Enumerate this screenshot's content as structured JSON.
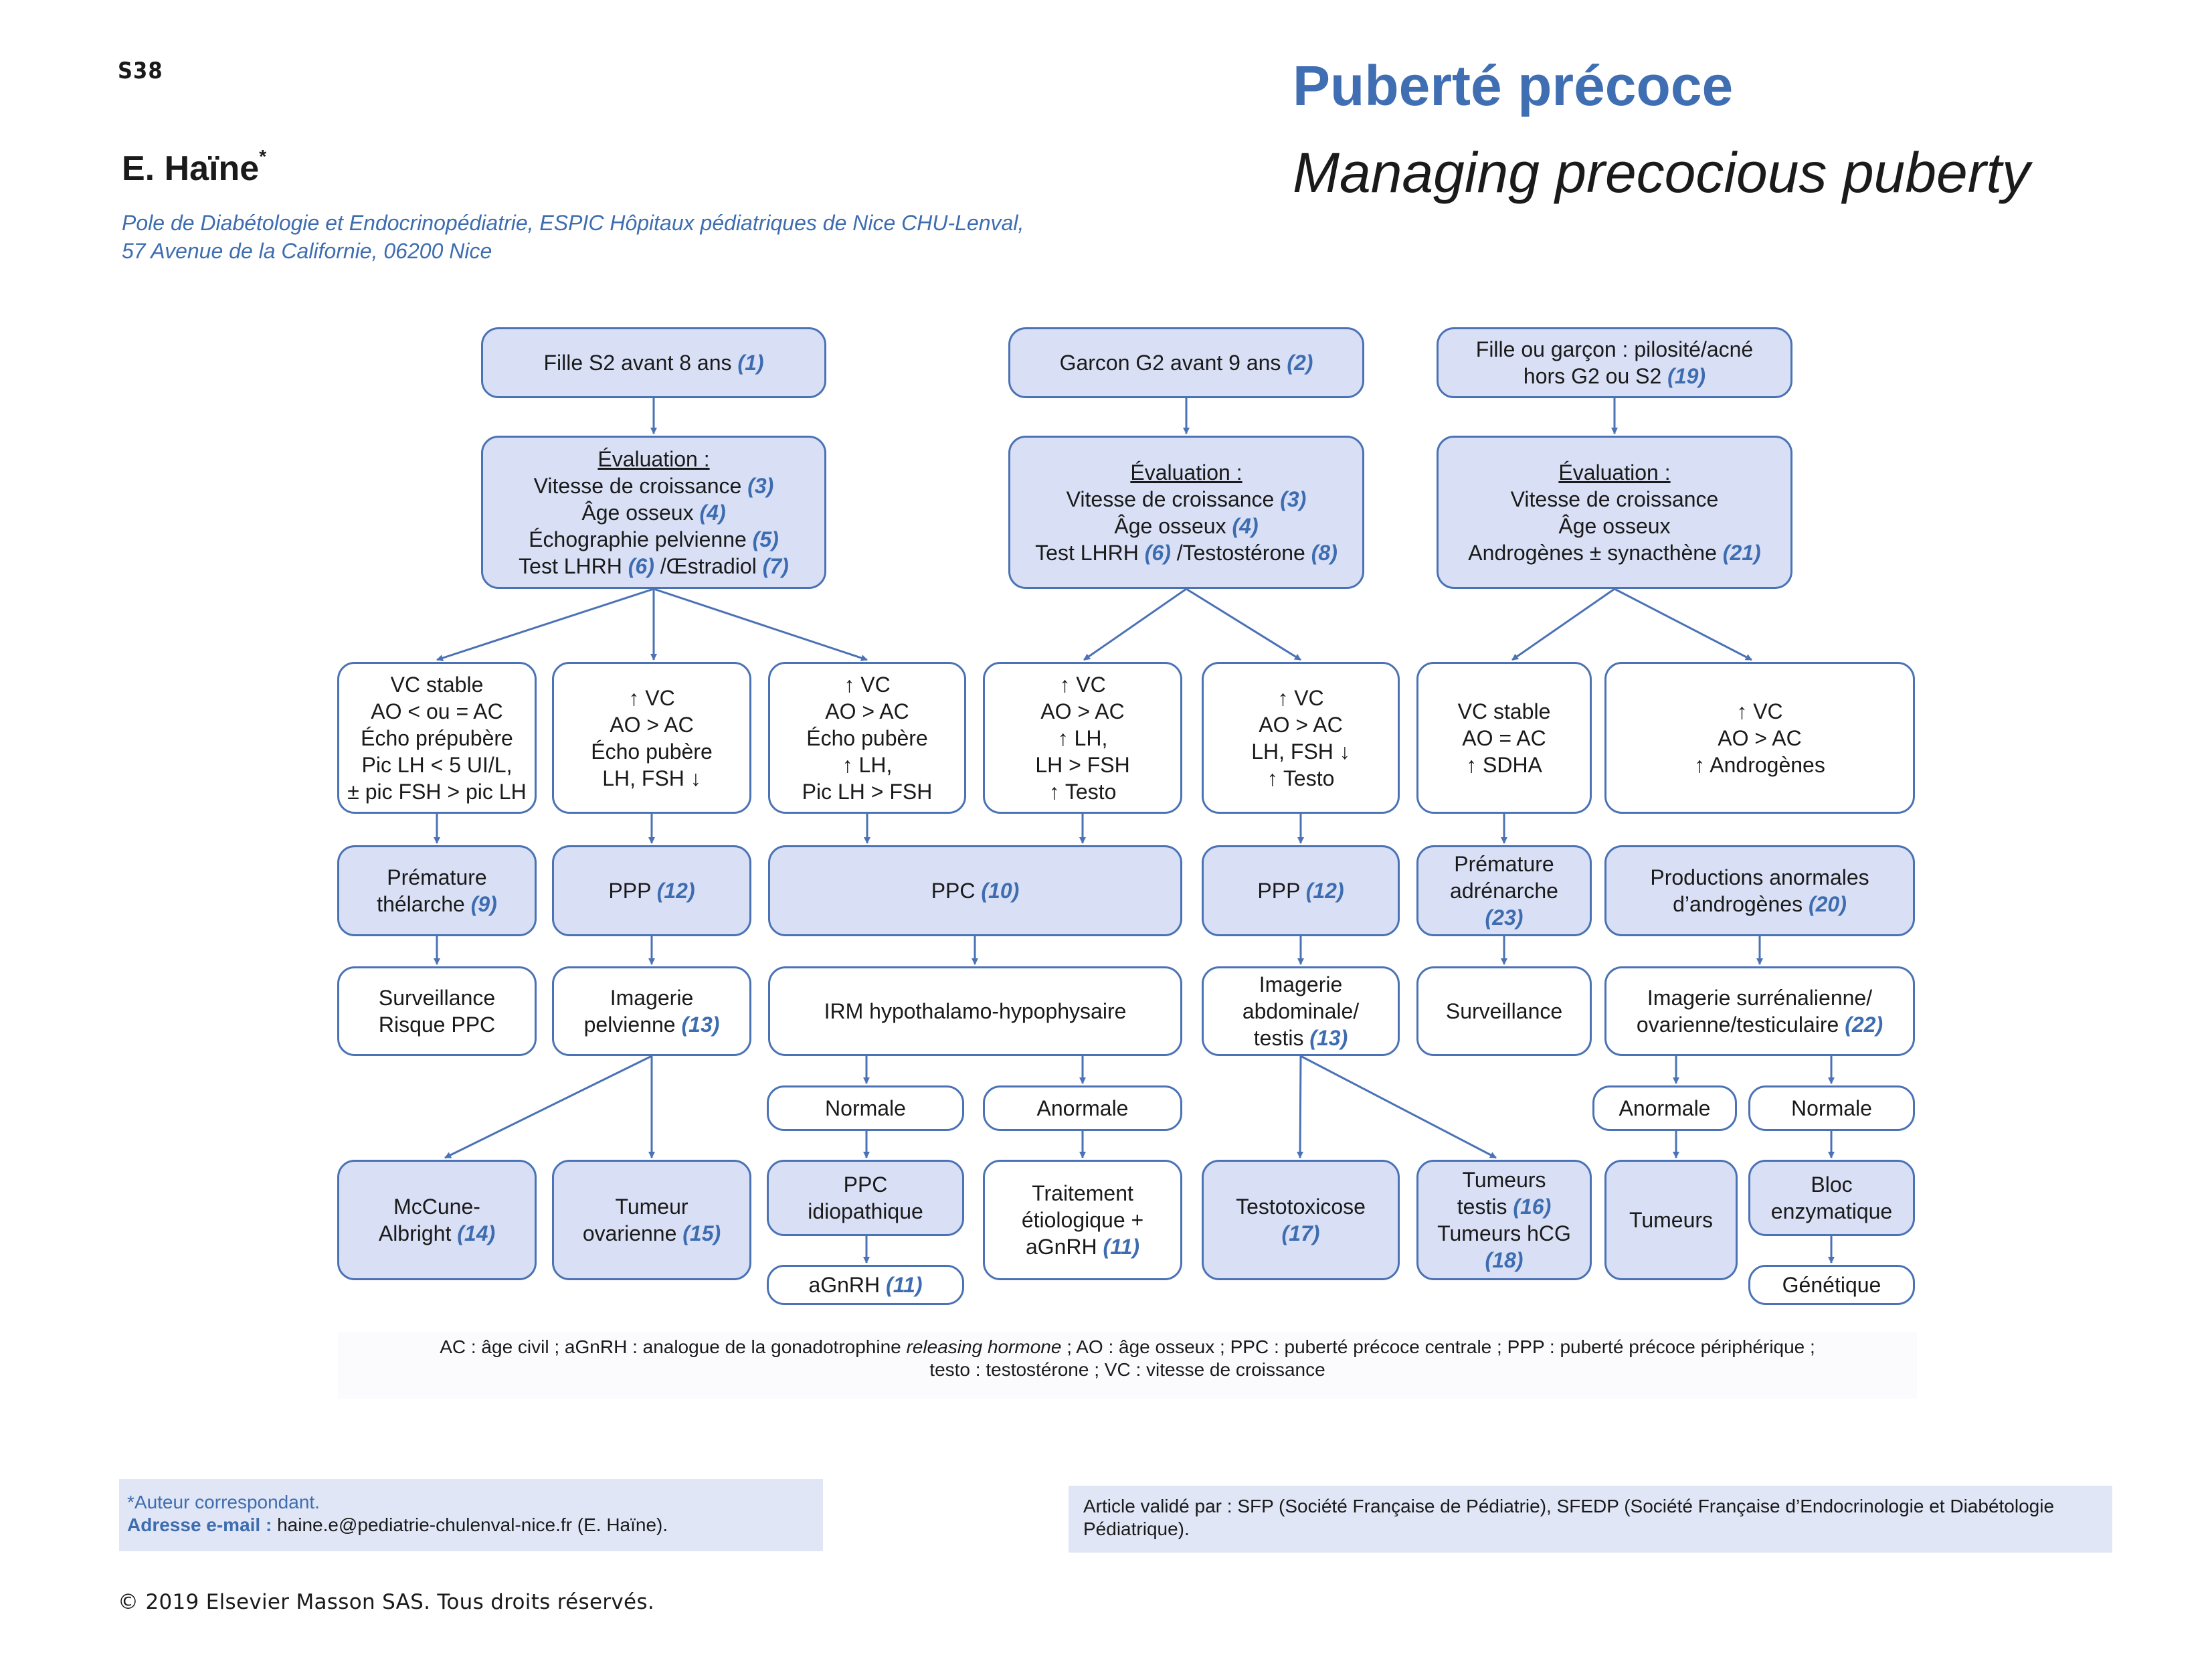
{
  "header": {
    "page_number": "S38",
    "author": "E. Haïne",
    "author_mark": "*",
    "affiliation_line1": "Pole de Diabétologie et Endocrinopédiatrie, ESPIC Hôpitaux pédiatriques de Nice CHU-Lenval,",
    "affiliation_line2": "57 Avenue de la Californie, 06200 Nice",
    "title_fr": "Puberté précoce",
    "title_en": "Managing precocious puberty"
  },
  "colors": {
    "accent_blue": "#3f6eb2",
    "box_fill": "#d9e0f5",
    "box_border": "#4a72b5",
    "footer_panel": "#e0e6f6"
  },
  "flowchart": {
    "nodes": {
      "fille": {
        "lines": [
          {
            "text": "Fille S2 avant 8 ans ",
            "ref": "(1)"
          }
        ]
      },
      "garcon": {
        "lines": [
          {
            "text": "Garcon G2 avant 9 ans ",
            "ref": "(2)"
          }
        ]
      },
      "pilosite": {
        "lines": [
          {
            "text": "Fille ou garçon : pilosité/acné",
            "ref": ""
          },
          {
            "text": "hors G2 ou S2 ",
            "ref": "(19)"
          }
        ]
      },
      "eval_fille": {
        "heading": "Évaluation :",
        "lines": [
          {
            "text": "Vitesse de croissance ",
            "ref": "(3)"
          },
          {
            "text": "Âge osseux ",
            "ref": "(4)"
          },
          {
            "text": "Échographie pelvienne ",
            "ref": "(5)"
          },
          {
            "text": "Test LHRH ",
            "ref": "(6)",
            "text2": " /Œstradiol ",
            "ref2": "(7)"
          }
        ]
      },
      "eval_garcon": {
        "heading": "Évaluation :",
        "lines": [
          {
            "text": "Vitesse de croissance ",
            "ref": "(3)"
          },
          {
            "text": "Âge osseux ",
            "ref": "(4)"
          },
          {
            "text": "Test LHRH ",
            "ref": "(6)",
            "text2": " /Testostérone ",
            "ref2": "(8)"
          }
        ]
      },
      "eval_pilo": {
        "heading": "Évaluation :",
        "lines": [
          {
            "text": "Vitesse de croissance",
            "ref": ""
          },
          {
            "text": "Âge osseux",
            "ref": ""
          },
          {
            "text": "Androgènes ± synacthène ",
            "ref": "(21)"
          }
        ]
      },
      "c1": {
        "lines": [
          {
            "text": "VC stable"
          },
          {
            "text": "AO < ou = AC"
          },
          {
            "text": "Écho prépubère"
          },
          {
            "text": "Pic LH < 5 UI/L,"
          },
          {
            "text": "± pic FSH > pic LH"
          }
        ]
      },
      "c2": {
        "lines": [
          {
            "text": "↑ VC"
          },
          {
            "text": "AO > AC"
          },
          {
            "text": "Écho pubère"
          },
          {
            "text": "LH, FSH ↓"
          }
        ]
      },
      "c3": {
        "lines": [
          {
            "text": "↑ VC"
          },
          {
            "text": "AO > AC"
          },
          {
            "text": "Écho pubère"
          },
          {
            "text": "↑ LH,"
          },
          {
            "text": "Pic LH > FSH"
          }
        ]
      },
      "c4": {
        "lines": [
          {
            "text": "↑ VC"
          },
          {
            "text": "AO > AC"
          },
          {
            "text": "↑ LH,"
          },
          {
            "text": "LH > FSH"
          },
          {
            "text": "↑ Testo"
          }
        ]
      },
      "c5": {
        "lines": [
          {
            "text": "↑ VC"
          },
          {
            "text": "AO > AC"
          },
          {
            "text": "LH, FSH ↓"
          },
          {
            "text": "↑ Testo"
          }
        ]
      },
      "c6": {
        "lines": [
          {
            "text": "VC stable"
          },
          {
            "text": "AO = AC"
          },
          {
            "text": "↑ SDHA"
          }
        ]
      },
      "c7": {
        "lines": [
          {
            "text": "↑ VC"
          },
          {
            "text": "AO > AC"
          },
          {
            "text": "↑ Androgènes"
          }
        ]
      },
      "d1": {
        "lines": [
          {
            "text": "Prémature",
            "ref": ""
          },
          {
            "text": "thélarche ",
            "ref": "(9)"
          }
        ]
      },
      "d2": {
        "lines": [
          {
            "text": "PPP ",
            "ref": "(12)"
          }
        ]
      },
      "d3": {
        "lines": [
          {
            "text": "PPC ",
            "ref": "(10)"
          }
        ]
      },
      "d4": {
        "lines": [
          {
            "text": "PPP ",
            "ref": "(12)"
          }
        ]
      },
      "d5": {
        "lines": [
          {
            "text": "Prémature",
            "ref": ""
          },
          {
            "text": "adrénarche",
            "ref": ""
          },
          {
            "text": "",
            "ref": "(23)"
          }
        ]
      },
      "d6": {
        "lines": [
          {
            "text": "Productions anormales",
            "ref": ""
          },
          {
            "text": "d’androgènes ",
            "ref": "(20)"
          }
        ]
      },
      "e1": {
        "lines": [
          {
            "text": "Surveillance",
            "ref": ""
          },
          {
            "text": "Risque PPC",
            "ref": ""
          }
        ]
      },
      "e2": {
        "lines": [
          {
            "text": "Imagerie",
            "ref": ""
          },
          {
            "text": "pelvienne ",
            "ref": "(13)"
          }
        ]
      },
      "e3": {
        "lines": [
          {
            "text": "IRM hypothalamo-hypophysaire",
            "ref": ""
          }
        ]
      },
      "e4": {
        "lines": [
          {
            "text": "Imagerie",
            "ref": ""
          },
          {
            "text": "abdominale/",
            "ref": ""
          },
          {
            "text": "testis ",
            "ref": "(13)"
          }
        ]
      },
      "e5": {
        "lines": [
          {
            "text": "Surveillance",
            "ref": ""
          }
        ]
      },
      "e6": {
        "lines": [
          {
            "text": "Imagerie surrénalienne/",
            "ref": ""
          },
          {
            "text": "ovarienne/testiculaire ",
            "ref": "(22)"
          }
        ]
      },
      "f1": {
        "lines": [
          {
            "text": "Normale"
          }
        ]
      },
      "f2": {
        "lines": [
          {
            "text": "Anormale"
          }
        ]
      },
      "f3": {
        "lines": [
          {
            "text": "Anormale"
          }
        ]
      },
      "f4": {
        "lines": [
          {
            "text": "Normale"
          }
        ]
      },
      "g1": {
        "lines": [
          {
            "text": "McCune-",
            "ref": ""
          },
          {
            "text": "Albright ",
            "ref": "(14)"
          }
        ]
      },
      "g2": {
        "lines": [
          {
            "text": "Tumeur",
            "ref": ""
          },
          {
            "text": "ovarienne ",
            "ref": "(15)"
          }
        ]
      },
      "g3": {
        "lines": [
          {
            "text": "PPC",
            "ref": ""
          },
          {
            "text": "idiopathique",
            "ref": ""
          }
        ]
      },
      "g4": {
        "lines": [
          {
            "text": "Traitement",
            "ref": ""
          },
          {
            "text": "étiologique +",
            "ref": ""
          },
          {
            "text": "aGnRH ",
            "ref": "(11)"
          }
        ]
      },
      "g5": {
        "lines": [
          {
            "text": "Testotoxicose",
            "ref": ""
          },
          {
            "text": "",
            "ref": "(17)"
          }
        ]
      },
      "g6": {
        "lines": [
          {
            "text": "Tumeurs",
            "ref": ""
          },
          {
            "text": "testis ",
            "ref": "(16)"
          },
          {
            "text": "Tumeurs hCG",
            "ref": ""
          },
          {
            "text": "",
            "ref": "(18)"
          }
        ]
      },
      "g7": {
        "lines": [
          {
            "text": "Tumeurs",
            "ref": ""
          }
        ]
      },
      "g8": {
        "lines": [
          {
            "text": "Bloc",
            "ref": ""
          },
          {
            "text": "enzymatique",
            "ref": ""
          }
        ]
      },
      "h1": {
        "lines": [
          {
            "text": "aGnRH ",
            "ref": "(11)"
          }
        ]
      },
      "h2": {
        "lines": [
          {
            "text": "Génétique",
            "ref": ""
          }
        ]
      }
    }
  },
  "legend": {
    "line1_a": "AC : âge civil ; aGnRH : analogue de la gonadotrophine ",
    "line1_italic": "releasing hormone",
    "line1_b": " ; AO : âge osseux ; PPC : puberté précoce centrale ; PPP : puberté précoce périphérique ;",
    "line2": "testo : testostérone ; VC : vitesse de croissance"
  },
  "footer": {
    "corresp_note": "*Auteur correspondant.",
    "email_label": "Adresse e-mail :",
    "email_value": " haine.e@pediatrie-chulenval-nice.fr (E. Haïne).",
    "validated": "Article validé par : SFP (Société Française de Pédiatrie), SFEDP (Société Française d’Endocrinologie et Diabétologie Pédiatrique).",
    "copyright": "© 2019 Elsevier Masson SAS. Tous droits réservés."
  }
}
